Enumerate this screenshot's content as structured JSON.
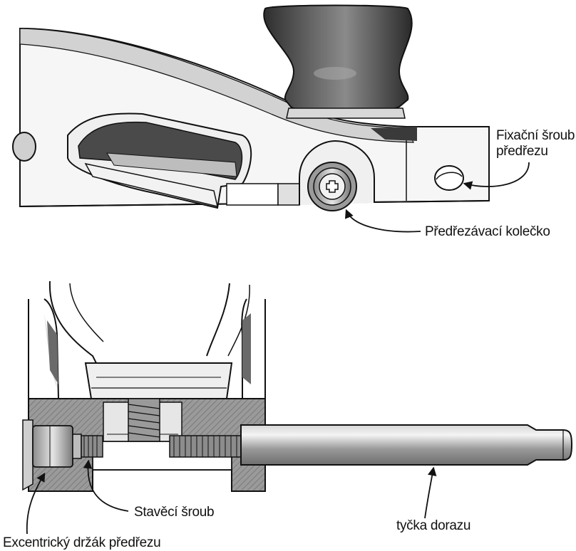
{
  "labels": {
    "fixacni_sroub_line1": "Fixační šroub",
    "fixacni_sroub_line2": "předřezu",
    "predrezavaci_kolecko": "Předřezávací kolečko",
    "stavecí_sroub": "Stavěcí šroub",
    "tycka_dorazu": "tyčka dorazu",
    "excentricky_drzak": "Excentrický držák předřezu"
  },
  "colors": {
    "line": "#111111",
    "metal_light": "#e8e8e8",
    "metal_mid": "#b8b8b8",
    "metal_dark": "#5a5a5a",
    "knob_dark": "#3a3a3a",
    "section_hatch": "#9a9a9a"
  }
}
